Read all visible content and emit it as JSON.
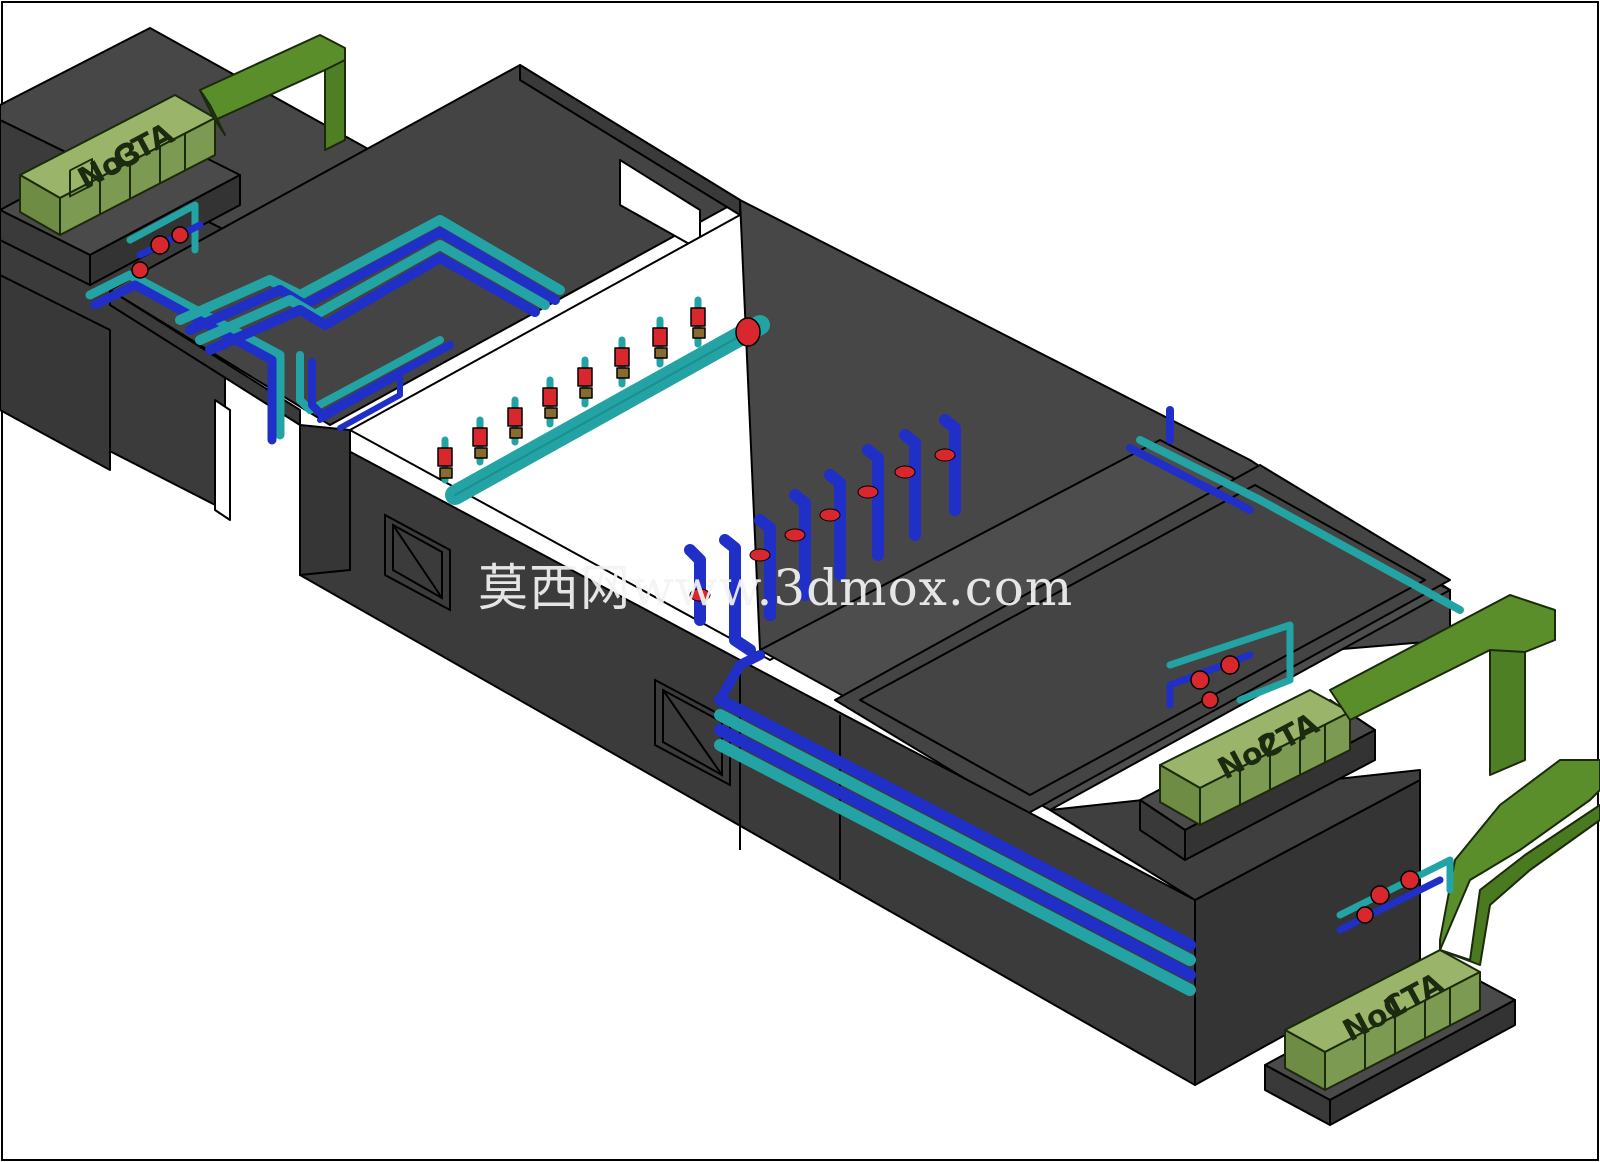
{
  "scene": {
    "watermark": "莫西网www.3dmox.com",
    "units": [
      {
        "label": "CTA",
        "number": "No3"
      },
      {
        "label": "CTA",
        "number": "No2"
      },
      {
        "label": "CTA",
        "number": "No1"
      }
    ]
  },
  "colors": {
    "background": "#ffffff",
    "wall_top": "#474747",
    "wall_side": "#343434",
    "wall_front": "#3b3b3b",
    "edge": "#000000",
    "pipe_blue": "#1f2fc8",
    "pipe_cyan": "#23a3a3",
    "valve_red": "#d8282e",
    "valve_brass": "#8a6b2f",
    "duct_green": "#5a8e2a",
    "unit_green": "#7d9a52"
  }
}
